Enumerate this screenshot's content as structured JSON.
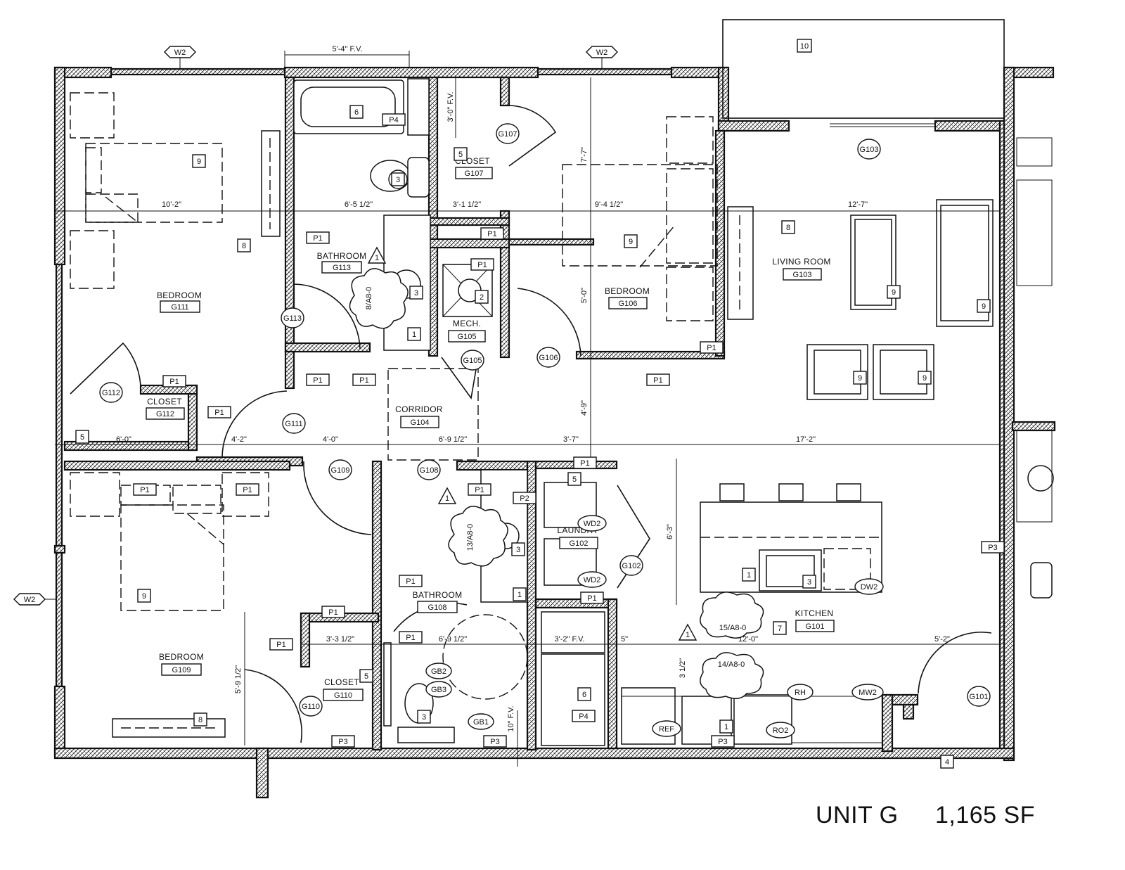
{
  "title": {
    "unit": "UNIT G",
    "area": "1,165 SF"
  },
  "rooms": [
    {
      "name": "BEDROOM",
      "num": "G111"
    },
    {
      "name": "BATHROOM",
      "num": "G113"
    },
    {
      "name": "CLOSET",
      "num": "G107"
    },
    {
      "name": "BEDROOM",
      "num": "G106"
    },
    {
      "name": "LIVING ROOM",
      "num": "G103"
    },
    {
      "name": "MECH.",
      "num": "G105"
    },
    {
      "name": "CLOSET",
      "num": "G112"
    },
    {
      "name": "CORRIDOR",
      "num": "G104"
    },
    {
      "name": "LAUNDRY",
      "num": "G102"
    },
    {
      "name": "BATHROOM",
      "num": "G108"
    },
    {
      "name": "KITCHEN",
      "num": "G101"
    },
    {
      "name": "CLOSET",
      "num": "G110"
    },
    {
      "name": "BEDROOM",
      "num": "G109"
    }
  ],
  "dimensions": {
    "top1": "5'-4\" F.V.",
    "a": "10'-2\"",
    "b": "6'-5 1/2\"",
    "c": "3'-1 1/2\"",
    "d": "9'-4 1/2\"",
    "e": "12'-7\"",
    "f": "6'-0\"",
    "g": "4'-2\"",
    "h": "4'-0\"",
    "i": "6'-9 1/2\"",
    "j": "3'-7\"",
    "k": "17'-2\"",
    "l": "3'-3 1/2\"",
    "m": "6'-9 1/2\"",
    "n": "3'-2\" F.V.",
    "o": "5\"",
    "p": "12'-0\"",
    "q": "5'-2\"",
    "v1": "3'-0\" F.V.",
    "v2": "7'-7\"",
    "v3": "5'-0\"",
    "v4": "4'-9\"",
    "v5": "6'-3\"",
    "v6": "5'-9 1/2\"",
    "v7": "10\" F.V.",
    "v8": "3 1/2\""
  },
  "door_tags": [
    "G107",
    "G103",
    "G113",
    "G105",
    "G106",
    "G112",
    "G111",
    "G109",
    "G108",
    "G102",
    "G110",
    "G101"
  ],
  "partition_tags": [
    "P1",
    "P2",
    "P3",
    "P4"
  ],
  "window_tags": [
    "W2"
  ],
  "keynotes": [
    "1",
    "2",
    "3",
    "4",
    "5",
    "6",
    "7",
    "8",
    "9",
    "10"
  ],
  "equipment": [
    "WD2",
    "DW2",
    "REF",
    "RO2",
    "RH",
    "MW2",
    "GB1",
    "GB2",
    "GB3"
  ],
  "detail_refs": [
    "8/A8-0",
    "13/A8-0",
    "15/A8-0",
    "14/A8-0"
  ],
  "revision": "1"
}
